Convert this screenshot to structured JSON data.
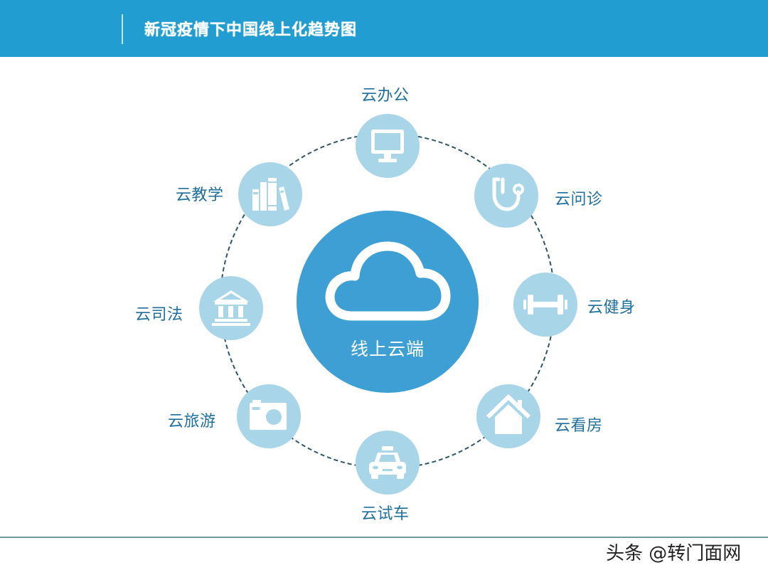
{
  "header": {
    "title": "新冠疫情下中国线上化趋势图",
    "background_color": "#219dd2"
  },
  "diagram": {
    "center": {
      "label": "线上云端",
      "icon": "cloud-icon",
      "color": "#3d9fd3"
    },
    "ring_style": "dashed",
    "node_color": "#a9d5e8",
    "label_color": "#1f6f9e",
    "nodes": [
      {
        "label": "云办公",
        "icon": "monitor-icon",
        "position": "top"
      },
      {
        "label": "云问诊",
        "icon": "stethoscope-icon",
        "position": "top-right"
      },
      {
        "label": "云健身",
        "icon": "dumbbell-icon",
        "position": "right"
      },
      {
        "label": "云看房",
        "icon": "house-icon",
        "position": "bottom-right"
      },
      {
        "label": "云试车",
        "icon": "car-icon",
        "position": "bottom"
      },
      {
        "label": "云旅游",
        "icon": "camera-icon",
        "position": "bottom-left"
      },
      {
        "label": "云司法",
        "icon": "courthouse-icon",
        "position": "left"
      },
      {
        "label": "云教学",
        "icon": "books-icon",
        "position": "top-left"
      }
    ]
  },
  "footer": {
    "watermark": "头条 @转门面网"
  }
}
